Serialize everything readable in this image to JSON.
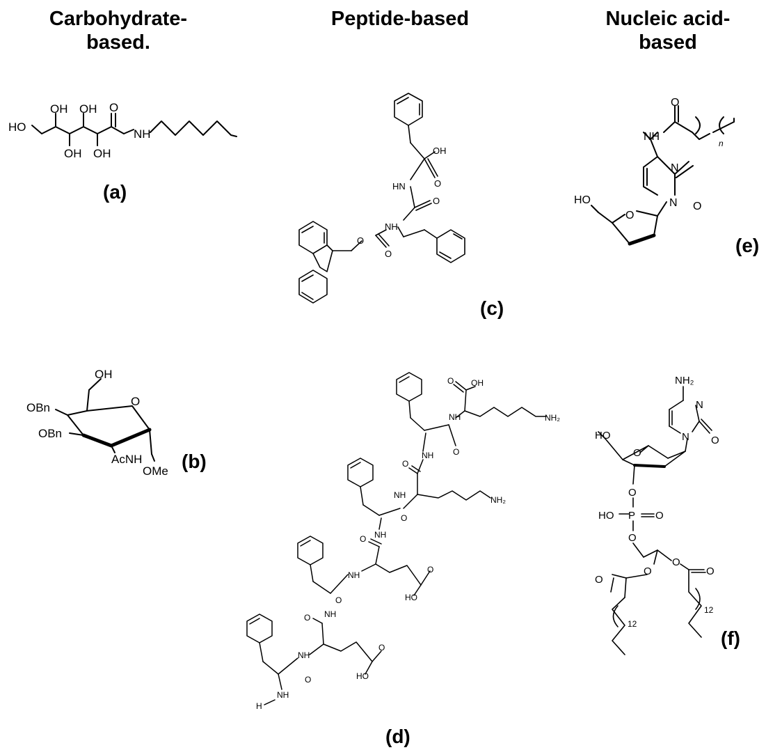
{
  "headers": {
    "carbohydrate": "Carbohydrate-\nbased.",
    "peptide": "Peptide-based",
    "nucleic": "Nucleic acid-\nbased"
  },
  "labels": {
    "a": "(a)",
    "b": "(b)",
    "c": "(c)",
    "d": "(d)",
    "e": "(e)",
    "f": "(f)"
  },
  "atoms": {
    "a": {
      "ho": "HO",
      "oh1": "OH",
      "oh2": "OH",
      "oh3": "OH",
      "oh4": "OH",
      "o": "O",
      "nh": "NH"
    },
    "b": {
      "oh": "OH",
      "obn1": "OBn",
      "obn2": "OBn",
      "acnh": "AcNH",
      "ome": "OMe",
      "o": "O"
    },
    "c": {
      "oh": "OH",
      "o1": "O",
      "hn": "HN",
      "o2": "O",
      "nh": "NH",
      "o3": "O",
      "o4": "O"
    },
    "d": {
      "oh1": "OH",
      "o1": "O",
      "nh1": "NH",
      "nh2_1": "NH₂",
      "o2": "O",
      "nh2": "NH",
      "o3": "O",
      "nh3": "NH",
      "nh2_2": "NH₂",
      "o4": "O",
      "nh4": "NH",
      "o5": "O",
      "nh5": "NH",
      "o6": "O",
      "ho1": "HO",
      "o7": "O",
      "nh6": "NH",
      "o8": "O",
      "nh7": "NH",
      "o9": "O",
      "ho2": "HO",
      "o10": "O",
      "nh8": "NH",
      "h": "H"
    },
    "e": {
      "o1": "O",
      "nh": "NH",
      "n": "n",
      "n1": "N",
      "o2": "O",
      "n2": "N",
      "ho": "HO",
      "o3": "O"
    },
    "f": {
      "nh2": "NH₂",
      "n1": "N",
      "n2": "N",
      "o1": "O",
      "ho1": "HO",
      "o2": "O",
      "o3": "O",
      "ho2": "HO",
      "p": "P",
      "o4": "O",
      "o5": "O",
      "o6": "O",
      "o7": "O",
      "o8": "O",
      "o9": "O",
      "n12a": "12",
      "n12b": "12"
    }
  }
}
